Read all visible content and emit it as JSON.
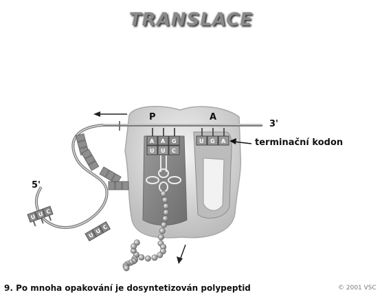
{
  "title": "TRANSLACE",
  "labels": {
    "p_site": "P",
    "a_site": "A",
    "mrna_3_end": "3'",
    "mrna_5_end": "5'",
    "stop_codon": "terminační kodon"
  },
  "codons": {
    "trna_anticodon": [
      "A",
      "A",
      "G"
    ],
    "mrna_p_codon": [
      "U",
      "U",
      "C"
    ],
    "mrna_a_codon": [
      "U",
      "G",
      "A"
    ],
    "loop_codon_lower_left": [
      "U",
      "U",
      "C"
    ],
    "loop_codon_bottom": [
      "U",
      "U",
      "C"
    ]
  },
  "caption": "9. Po mnoha opakování je dosyntetizován polypeptid",
  "copyright": "© 2001 VSC"
}
